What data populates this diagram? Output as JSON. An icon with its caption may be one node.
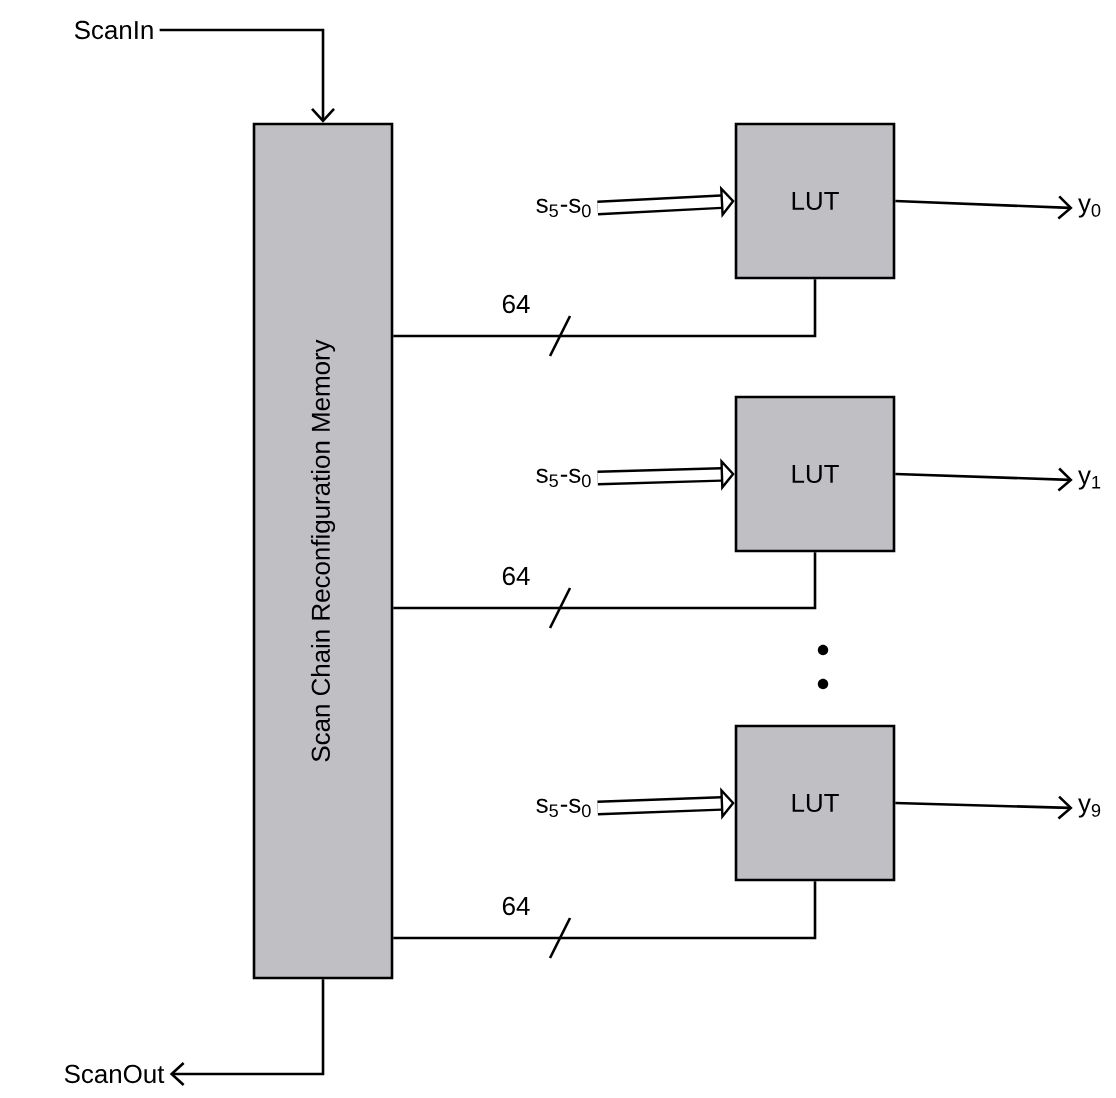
{
  "diagram": {
    "nodes": [
      {
        "text": [
          "ScanIn"
        ]
      },
      {
        "text": [
          "Scan Chain Reconfiguration Memory"
        ]
      },
      {
        "text": [
          "LUT"
        ]
      },
      {
        "text": [
          "LUT"
        ]
      },
      {
        "text": [
          "LUT"
        ]
      },
      {
        "text": [
          "s$_{5}$-s$_{0}$"
        ]
      },
      {
        "text": [
          "s$_{5}$-s$_{0}$"
        ]
      },
      {
        "text": [
          "s$_{5}$-s$_{0}$"
        ]
      },
      {
        "text": [
          "y$_{0}$"
        ]
      },
      {
        "text": [
          "y$_{1}$"
        ]
      },
      {
        "text": [
          "y$_{9}$"
        ]
      },
      {
        "text": [
          "ScanOut"
        ]
      }
    ],
    "edges": [
      {
        "from": 0,
        "to": 1,
        "arrow": "to"
      },
      {
        "from": 1,
        "to": 2,
        "arrow": "none",
        "label": "64"
      },
      {
        "from": 1,
        "to": 3,
        "arrow": "none",
        "label": "64"
      },
      {
        "from": 1,
        "to": 4,
        "arrow": "none",
        "label": "64"
      },
      {
        "from": 5,
        "to": 2,
        "arrow": "to",
        "style": "thick"
      },
      {
        "from": 6,
        "to": 3,
        "arrow": "to",
        "style": "thick"
      },
      {
        "from": 7,
        "to": 4,
        "arrow": "to",
        "style": "thick"
      },
      {
        "from": 2,
        "to": 8,
        "arrow": "to"
      },
      {
        "from": 3,
        "to": 9,
        "arrow": "to"
      },
      {
        "from": 4,
        "to": 10,
        "arrow": "to"
      },
      {
        "from": 1,
        "to": 11,
        "arrow": "to"
      }
    ]
  }
}
